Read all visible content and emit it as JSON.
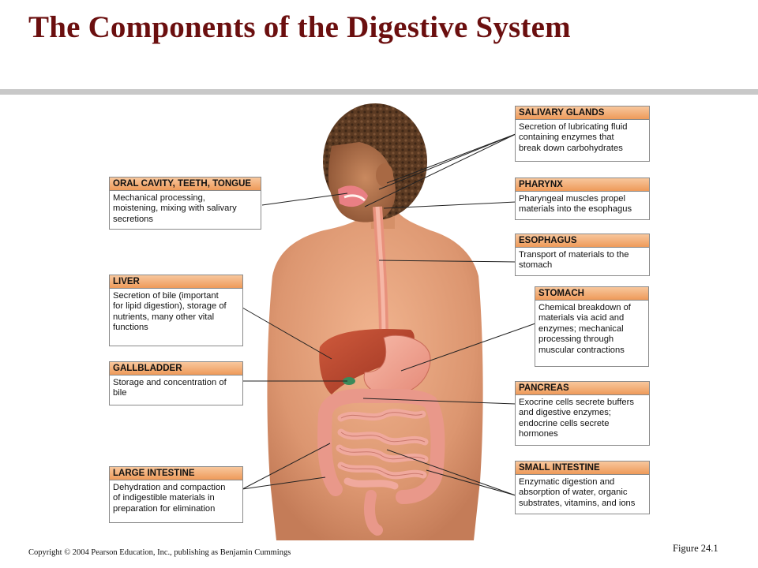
{
  "slide": {
    "title": "The Components of the Digestive System",
    "copyright": "Copyright © 2004 Pearson Education, Inc., publishing as Benjamin Cummings",
    "figure_number": "Figure 24.1",
    "title_color": "#6b0f0f",
    "header_color": "#f0a56a"
  },
  "labels": {
    "salivary": {
      "heading": "SALIVARY GLANDS",
      "body": "Secretion of lubricating fluid\ncontaining enzymes that\nbreak down carbohydrates"
    },
    "oral": {
      "heading": "ORAL CAVITY, TEETH, TONGUE",
      "body": "Mechanical processing,\nmoistening, mixing with salivary\nsecretions"
    },
    "pharynx": {
      "heading": "PHARYNX",
      "body": "Pharyngeal muscles propel\nmaterials into the esophagus"
    },
    "esophagus": {
      "heading": "ESOPHAGUS",
      "body": "Transport of materials to the\nstomach"
    },
    "liver": {
      "heading": "LIVER",
      "body": "Secretion of bile (important\nfor lipid digestion), storage of\nnutrients, many other vital\nfunctions"
    },
    "stomach": {
      "heading": "STOMACH",
      "body": "Chemical breakdown of\nmaterials via acid and\nenzymes; mechanical\nprocessing through\nmuscular contractions"
    },
    "gallbladder": {
      "heading": "GALLBLADDER",
      "body": "Storage and concentration of\nbile"
    },
    "pancreas": {
      "heading": "PANCREAS",
      "body": "Exocrine cells secrete buffers\nand digestive enzymes;\nendocrine cells secrete\nhormones"
    },
    "large_intestine": {
      "heading": "LARGE INTESTINE",
      "body": "Dehydration and compaction\nof indigestible materials in\npreparation for elimination"
    },
    "small_intestine": {
      "heading": "SMALL INTESTINE",
      "body": "Enzymatic digestion and\nabsorption of water, organic\nsubstrates, vitamins, and ions"
    }
  }
}
